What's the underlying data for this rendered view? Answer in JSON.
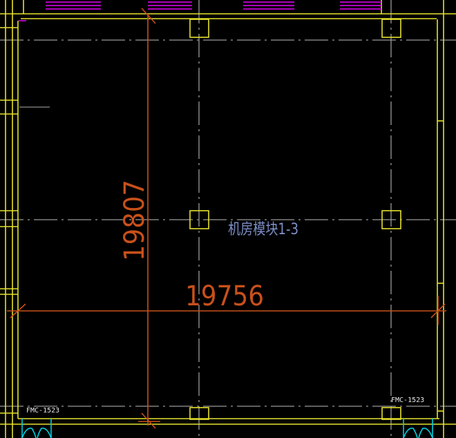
{
  "drawing": {
    "room_label": "机房模块1-3",
    "dimensions": {
      "vertical": "19807",
      "horizontal": "19756"
    },
    "door_labels": {
      "left": "FMC-1523",
      "right": "FMC-1523"
    }
  },
  "colors": {
    "background": "#000000",
    "wall": "#e6e22e",
    "grid": "#a0a0a0",
    "dimension": "#c8501a",
    "room_label": "#7d8fc8",
    "window": "#b000c0",
    "door": "#00d0e0"
  }
}
